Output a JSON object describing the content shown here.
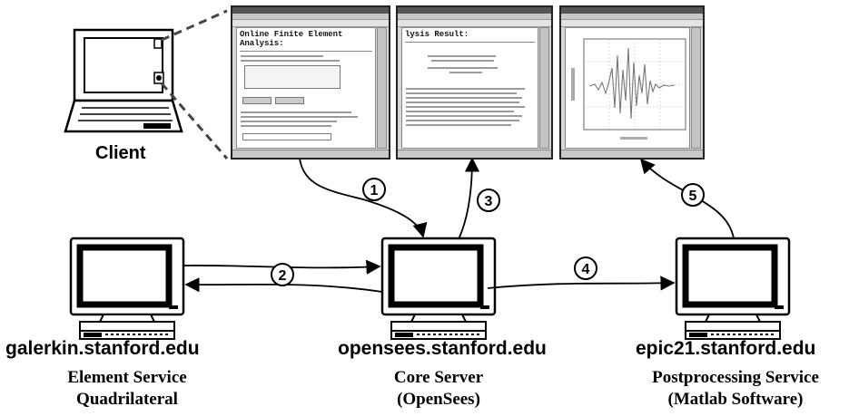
{
  "client": {
    "label": "Client"
  },
  "screens": {
    "left": {
      "title": "Online Finite Element Analysis:"
    },
    "middle": {
      "title": "lysis Result:"
    },
    "right": {
      "title": ""
    }
  },
  "hosts": {
    "galerkin": {
      "name": "galerkin.stanford.edu",
      "service_line1": "Element Service",
      "service_line2": "Quadrilateral"
    },
    "opensees": {
      "name": "opensees.stanford.edu",
      "service_line1": "Core Server",
      "service_line2": "(OpenSees)"
    },
    "epic21": {
      "name": "epic21.stanford.edu",
      "service_line1": "Postprocessing Service",
      "service_line2": "(Matlab Software)"
    }
  },
  "steps": [
    "1",
    "2",
    "3",
    "4",
    "5"
  ]
}
